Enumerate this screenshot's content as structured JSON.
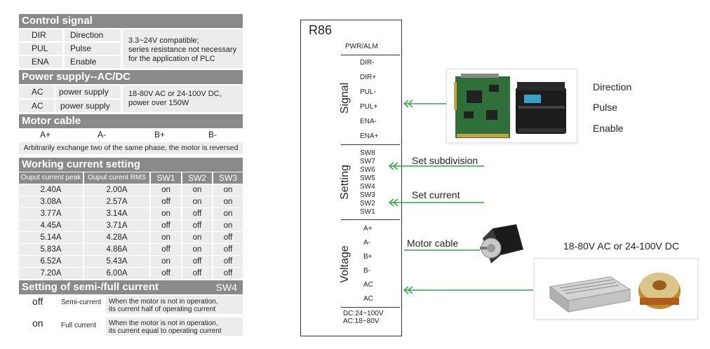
{
  "control_signal": {
    "title": "Control signal",
    "rows": [
      {
        "code": "DIR",
        "name": "Direction"
      },
      {
        "code": "PUL",
        "name": "Pulse"
      },
      {
        "code": "ENA",
        "name": "Enable"
      }
    ],
    "note_lines": [
      "3.3~24V compatible;",
      "series resistance not necessary",
      "for the application of PLC"
    ]
  },
  "power_supply": {
    "title": "Power supply--AC/DC",
    "rows": [
      {
        "code": "AC",
        "name": "power supply"
      },
      {
        "code": "AC",
        "name": "power supply"
      }
    ],
    "note_lines": [
      "18-80V AC or 24-100V DC,",
      "power over 150W"
    ]
  },
  "motor_cable": {
    "title": "Motor cable",
    "pins": [
      "A+",
      "A-",
      "B+",
      "B-"
    ],
    "note": "Arbitrarily exchange two of the same phase, the motor is reversed"
  },
  "working_current": {
    "title": "Working current setting",
    "headers": [
      "Ouput current peak",
      "Ouput curent RMS",
      "SW1",
      "SW2",
      "SW3"
    ],
    "rows": [
      [
        "2.40A",
        "2.00A",
        "on",
        "on",
        "on"
      ],
      [
        "3.08A",
        "2.57A",
        "off",
        "on",
        "on"
      ],
      [
        "3.77A",
        "3.14A",
        "on",
        "off",
        "on"
      ],
      [
        "4.45A",
        "3.71A",
        "off",
        "off",
        "on"
      ],
      [
        "5.14A",
        "4.28A",
        "on",
        "on",
        "off"
      ],
      [
        "5.83A",
        "4.86A",
        "off",
        "on",
        "off"
      ],
      [
        "6.52A",
        "5.43A",
        "on",
        "off",
        "off"
      ],
      [
        "7.20A",
        "6.00A",
        "off",
        "off",
        "off"
      ]
    ]
  },
  "semi_full": {
    "title": "Setting of semi-/full current",
    "switch": "SW4",
    "rows": [
      {
        "state": "off",
        "mode": "Semi-current",
        "desc_lines": [
          "When the motor is not in operation,",
          "its current half of operating current"
        ]
      },
      {
        "state": "on",
        "mode": "Full current",
        "desc_lines": [
          "When the motor is not in operation,",
          "its current equal to operating current"
        ]
      }
    ]
  },
  "driver": {
    "model": "R86",
    "pwr_alm": "PWR/ALM",
    "signal": {
      "label": "Signal",
      "pins": [
        "DIR-",
        "DIR+",
        "PUL-",
        "PUL+",
        "ENA-",
        "ENA+"
      ]
    },
    "setting": {
      "label": "Setting",
      "pins": [
        "SW8",
        "SW7",
        "SW6",
        "SW5",
        "SW4",
        "SW3",
        "SW2",
        "SW1"
      ]
    },
    "voltage": {
      "label": "Voltage",
      "pins": [
        "A+",
        "A-",
        "B+",
        "B-",
        "AC",
        "AC"
      ]
    },
    "range_lines": [
      "DC:24~100V",
      "AC:18~80V"
    ]
  },
  "annotations": {
    "signal_notes": [
      "Direction",
      "Pulse",
      "Enable"
    ],
    "set_subdivision": "Set subdivision",
    "set_current": "Set current",
    "motor_cable": "Motor cable",
    "power_supply": "18-80V AC or 24-100V DC"
  },
  "colors": {
    "arrow": "#2ea84a",
    "header": "#8a8a8a",
    "cell": "#ececec"
  },
  "icons": [
    "controller-board-icon",
    "plc-icon",
    "stepper-motor-icon",
    "power-supply-icon",
    "toroidal-transformer-icon"
  ]
}
